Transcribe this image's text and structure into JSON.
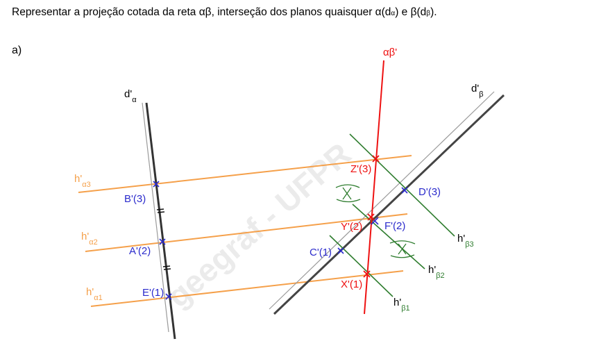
{
  "title": {
    "text": "Representar a projeção cotada da reta αβ, interseção dos planos quaisquer α(d",
    "sub1": "α",
    "mid": ") e β(d",
    "sub2": "β",
    "end": ")."
  },
  "part_label": "a)",
  "watermark": "geegraf - UFPR",
  "colors": {
    "orange": "#f5a04a",
    "blue": "#2b2bcc",
    "red": "#ee1111",
    "green": "#2f7d2f",
    "gray": "#555555"
  },
  "labels": {
    "d_alpha": "d'",
    "d_alpha_sub": "α",
    "d_beta": "d'",
    "d_beta_sub": "β",
    "ab": "αβ'",
    "h_a3": "h'",
    "h_a3_sub": "α3",
    "h_a2": "h'",
    "h_a2_sub": "α2",
    "h_a1": "h'",
    "h_a1_sub": "α1",
    "h_b3": "h'",
    "h_b3_sub": "β3",
    "h_b2": "h'",
    "h_b2_sub": "β2",
    "h_b1": "h'",
    "h_b1_sub": "β1",
    "B": "B'(3)",
    "A": "A'(2)",
    "E": "E'(1)",
    "C": "C'(1)",
    "D": "D'(3)",
    "F": "F'(2)",
    "X": "X'(1)",
    "Y": "Y'(2)",
    "Z": "Z'(3)"
  }
}
